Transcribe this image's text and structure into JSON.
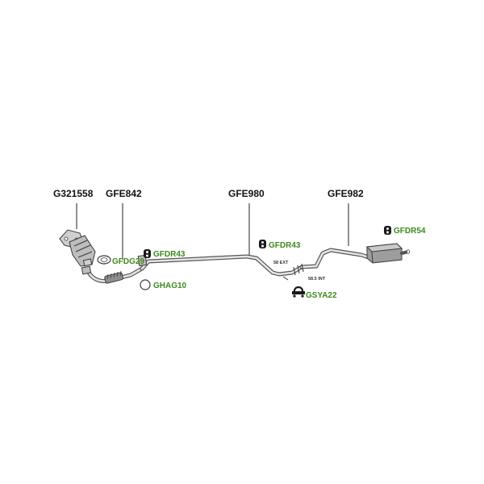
{
  "parts": {
    "catalytic_converter": "G321558",
    "front_pipe": "GFE842",
    "intermediate_pipe": "GFE980",
    "rear_silencer": "GFE982"
  },
  "accessories": {
    "gasket_front": "GFDG29",
    "rubber_mount_1": "GFDR43",
    "gasket_ring": "GHAG10",
    "rubber_mount_2": "GFDR43",
    "clamp": "GSYA22",
    "rubber_mount_3": "GFDR54"
  },
  "dimensions": {
    "external": "58 EXT",
    "internal": "58.5 INT"
  }
}
